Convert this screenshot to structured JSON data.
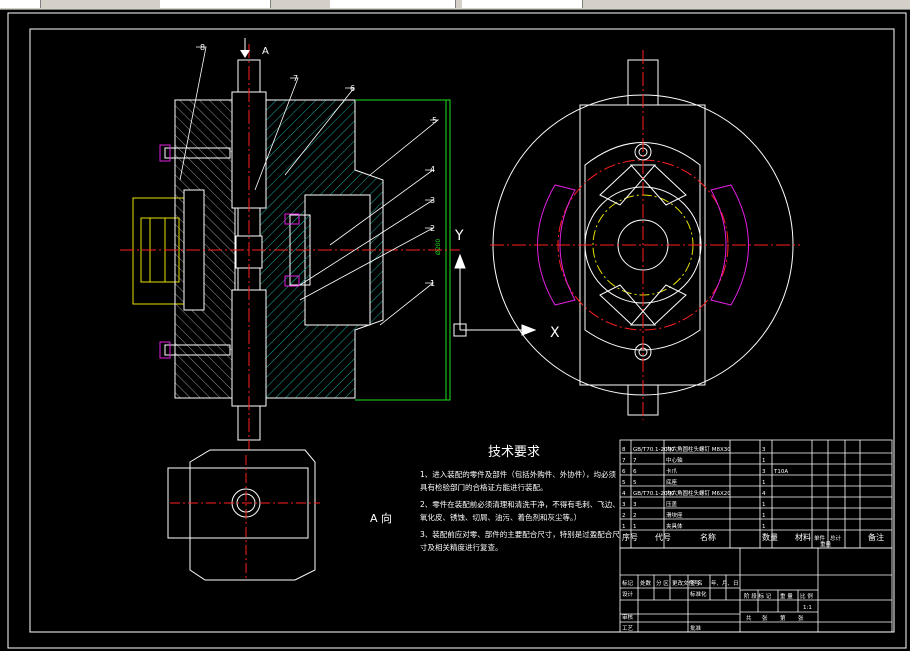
{
  "toolbar": {
    "tabs": [
      "",
      "",
      "",
      ""
    ]
  },
  "labels": {
    "view_a": "A",
    "a_direction": "A 向",
    "axis_y": "Y",
    "axis_x": "X",
    "dimension": "Ø200"
  },
  "callouts": [
    "8",
    "7",
    "6",
    "5",
    "4",
    "3",
    "2",
    "1"
  ],
  "tech": {
    "title": "技术要求",
    "lines": [
      "1、进入装配的零件及部件（包括外购件、外协件），均必须",
      "具有检验部门的合格证方能进行装配。",
      "2、零件在装配前必须清理和清洗干净，不得有毛刺、飞边、",
      "氧化皮、锈蚀、切屑、油污、着色剂和灰尘等。）",
      "3、装配前应对零、部件的主要配合尺寸，特别是过盈配合尺",
      "寸及相关精度进行复查。"
    ]
  },
  "bom": {
    "rows": [
      {
        "no": "8",
        "code": "GB/T70.1-2000",
        "name": "内六角圆柱头螺钉 M8X30",
        "qty": "3",
        "material": "",
        "note": ""
      },
      {
        "no": "7",
        "code": "7",
        "name": "中心轴",
        "qty": "1",
        "material": "",
        "note": ""
      },
      {
        "no": "6",
        "code": "6",
        "name": "卡爪",
        "qty": "3",
        "material": "T10A",
        "note": ""
      },
      {
        "no": "5",
        "code": "5",
        "name": "底座",
        "qty": "1",
        "material": "",
        "note": ""
      },
      {
        "no": "4",
        "code": "GB/T70.1-2000",
        "name": "内六角圆柱头螺钉 M6X20",
        "qty": "4",
        "material": "",
        "note": ""
      },
      {
        "no": "3",
        "code": "3",
        "name": "压盖",
        "qty": "1",
        "material": "",
        "note": ""
      },
      {
        "no": "2",
        "code": "2",
        "name": "滑块座",
        "qty": "1",
        "material": "",
        "note": ""
      },
      {
        "no": "1",
        "code": "1",
        "name": "夹具体",
        "qty": "1",
        "material": "",
        "note": ""
      }
    ],
    "header": {
      "no": "序号",
      "code": "代号",
      "name": "名称",
      "qty": "数量",
      "material": "材料",
      "single": "单件",
      "total": "总计",
      "weight": "重量",
      "note": "备注"
    }
  },
  "title_block": {
    "row1": [
      "标记",
      "处数",
      "分 区",
      "更改文件号",
      "签 名",
      "年、月、日"
    ],
    "designer": "设计",
    "standardize": "标准化",
    "stage_header": [
      "阶 段 标 记",
      "重 量",
      "比 例"
    ],
    "scale": "1:1",
    "review": "审核",
    "process": "工艺",
    "approve": "批准",
    "sheets": [
      "共",
      "张",
      "第",
      "张"
    ]
  },
  "colors": {
    "white": "#ffffff",
    "red": "#ff2020",
    "cyan": "#00c8b0",
    "green": "#20e020",
    "yellow": "#e8e000",
    "magenta": "#e020e0",
    "hatch": "#1aa89a"
  }
}
